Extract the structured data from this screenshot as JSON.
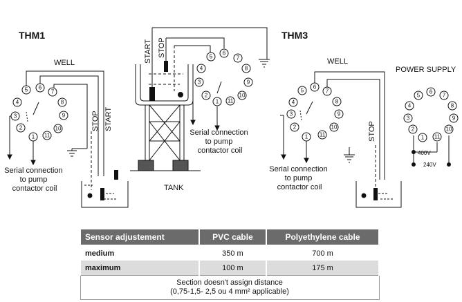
{
  "titles": {
    "thm1": "THM1",
    "thm3": "THM3"
  },
  "labels": {
    "well_left": "WELL",
    "well_right": "WELL",
    "tank": "TANK",
    "power_supply": "POWER SUPPLY",
    "stop": "STOP",
    "start": "START",
    "v400": "400V",
    "v240": "240V"
  },
  "serial_connection": [
    "Serial connection",
    "to pump",
    "contactor coil"
  ],
  "pins": [
    "1",
    "2",
    "3",
    "4",
    "5",
    "6",
    "7",
    "8",
    "9",
    "10",
    "11"
  ],
  "table": {
    "headers": [
      "Sensor adjustement",
      "PVC cable",
      "Polyethylene cable"
    ],
    "rows": [
      {
        "label": "medium",
        "pvc": "350 m",
        "pe": "700 m"
      },
      {
        "label": "maximum",
        "pvc": "100 m",
        "pe": "175 m"
      }
    ],
    "note_line1": "Section doesn't assign distance",
    "note_line2": "(0,75-1,5- 2,5 ou 4 mm² applicable)"
  }
}
